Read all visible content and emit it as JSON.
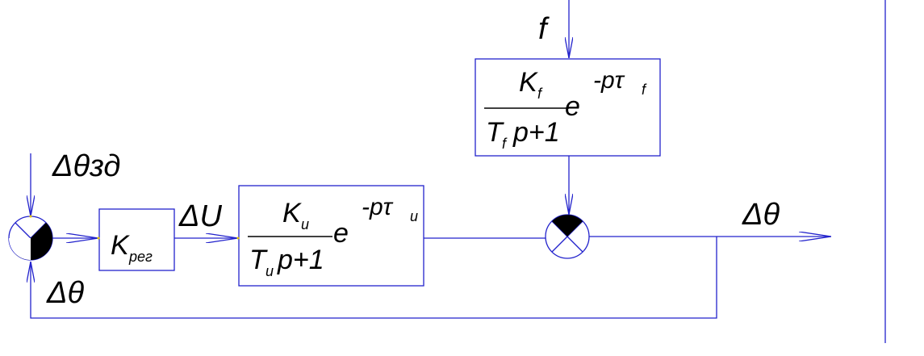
{
  "diagram": {
    "input_label": "Δθзд",
    "feedback_label": "Δθ",
    "output_label": "Δθ",
    "signal_u_label": "ΔU",
    "disturbance_label": "f",
    "controller": {
      "K": "K",
      "K_sub": "рег"
    },
    "plant": {
      "K": "K",
      "K_sub": "u",
      "T": "T",
      "T_sub": "u",
      "denom_tail": "p+1",
      "exp_base": "e",
      "exp_power": "-pτ",
      "exp_sub": "u"
    },
    "disturbance_block": {
      "K": "K",
      "K_sub": "f",
      "T": "T",
      "T_sub": "f",
      "denom_tail": "p+1",
      "exp_base": "e",
      "exp_power": "-pτ",
      "exp_sub": "f"
    },
    "colors": {
      "wire": "#2222cc",
      "text": "#000000",
      "fill": "#000000"
    }
  }
}
